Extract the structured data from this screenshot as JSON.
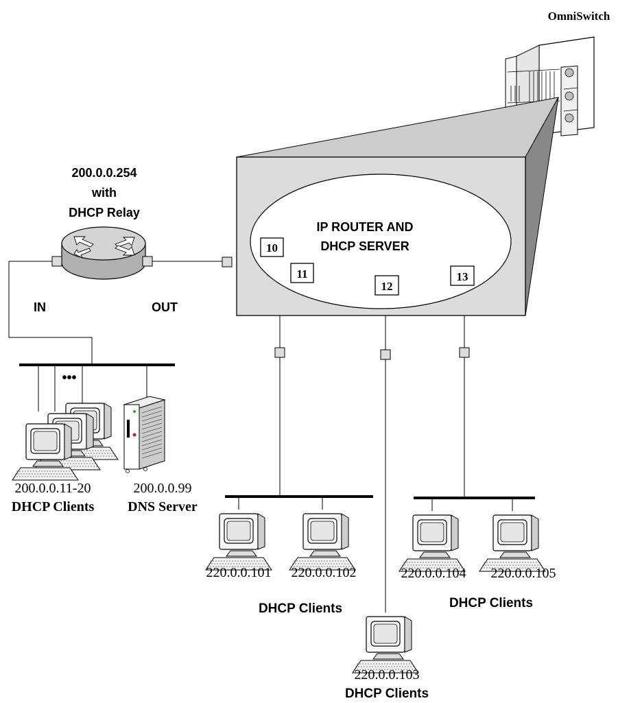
{
  "switch": {
    "title": "OmniSwitch",
    "core_label_line1": "IP ROUTER AND",
    "core_label_line2": "DHCP SERVER",
    "vlans": [
      "10",
      "11",
      "12",
      "13"
    ]
  },
  "relay": {
    "line1": "200.0.0.254",
    "line2": "with",
    "line3": "DHCP Relay",
    "in_label": "IN",
    "out_label": "OUT"
  },
  "left_segment": {
    "ellipsis": "•••",
    "clients_ip": "200.0.0.11-20",
    "clients_label": "DHCP Clients",
    "dns_ip": "200.0.0.99",
    "dns_label": "DNS Server"
  },
  "hosts": {
    "h101": "220.0.0.101",
    "h102": "220.0.0.102",
    "h103": "220.0.0.103",
    "h104": "220.0.0.104",
    "h105": "220.0.0.105"
  },
  "group_labels": {
    "group_a": "DHCP Clients",
    "group_b": "DHCP Clients",
    "group_c": "DHCP Clients"
  }
}
